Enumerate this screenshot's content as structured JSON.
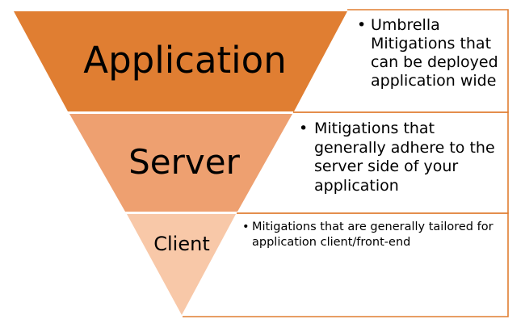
{
  "colors": {
    "application_fill": "#E07E32",
    "server_fill": "#EEA070",
    "client_fill": "#F8C8A8",
    "box_border": "#E07E32"
  },
  "levels": [
    {
      "label": "Application",
      "bullet": "•",
      "description": "Umbrella Mitigations that can be deployed application wide"
    },
    {
      "label": "Server",
      "bullet": "•",
      "description": "Mitigations that generally adhere to the server side of your application"
    },
    {
      "label": "Client",
      "bullet": "•",
      "description": "Mitigations  that are generally tailored for application client/front-end"
    }
  ]
}
